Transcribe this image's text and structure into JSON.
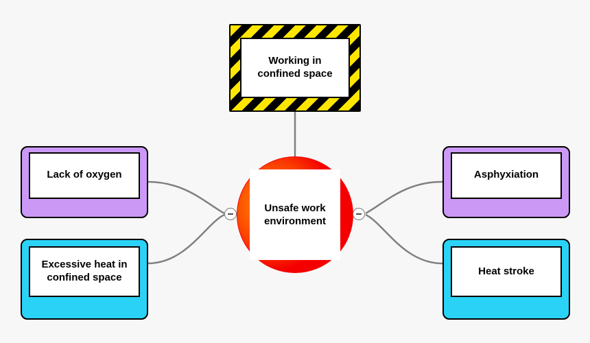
{
  "diagram": {
    "type": "mind-map",
    "background_color": "#f7f7f7",
    "center": {
      "label": "Unsafe work\nenvironment",
      "label_line1": "Unsafe work",
      "label_line2": "environment",
      "shape": "circle",
      "fill_color": "#f40000",
      "inner_fill": "#ffffff"
    },
    "top_node": {
      "label_line1": "Working in",
      "label_line2": "confined space",
      "style": "hazard-stripes",
      "stripe_colors": [
        "#000000",
        "#ffe600"
      ],
      "inner_fill": "#ffffff"
    },
    "left_nodes": [
      {
        "label_line1": "Lack of oxygen",
        "label_line2": "",
        "fill_color": "#cb99f5",
        "inner_fill": "#ffffff"
      },
      {
        "label_line1": "Excessive heat in",
        "label_line2": "confined space",
        "fill_color": "#2ad2f5",
        "inner_fill": "#ffffff"
      }
    ],
    "right_nodes": [
      {
        "label_line1": "Asphyxiation",
        "label_line2": "",
        "fill_color": "#cb99f5",
        "inner_fill": "#ffffff"
      },
      {
        "label_line1": "Heat stroke",
        "label_line2": "",
        "fill_color": "#2ad2f5",
        "inner_fill": "#ffffff"
      }
    ],
    "toggles": [
      {
        "name": "collapse-left",
        "symbol": "−"
      },
      {
        "name": "collapse-right",
        "symbol": "−"
      }
    ],
    "connector_color": "#808080"
  }
}
